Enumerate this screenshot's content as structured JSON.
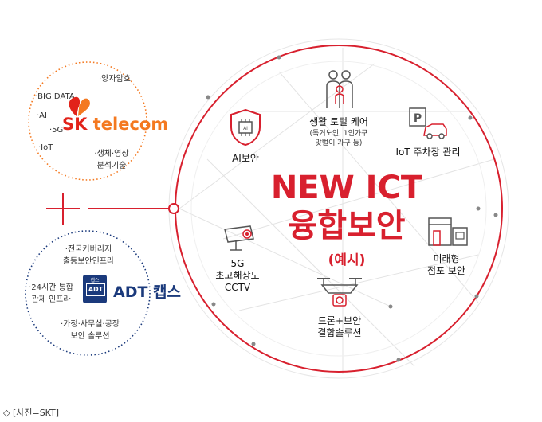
{
  "title": {
    "line1": "NEW ICT",
    "line2": "융합보안",
    "sub": "(예시)"
  },
  "sk": {
    "brand_sk": "SK",
    "brand_telecom": "telecom",
    "tags": [
      "·양자암호",
      "·BIG DATA",
      "·AI",
      "·5G",
      "·IoT",
      "·생체·영상",
      "분석기술"
    ]
  },
  "adt": {
    "brand": "ADT 캡스",
    "badge_top": "캡스",
    "badge_mid": "ADT",
    "tags": [
      "·전국커버리지",
      "출동보안인프라",
      "·24시간 통합",
      "관제 인프라",
      "·가정·사무실·공장",
      "보안 솔루션"
    ]
  },
  "hub": {
    "ai": "AI보안",
    "care_title": "생활 토털 케어",
    "care_sub1": "(독거노인, 1인가구",
    "care_sub2": "맞벌이 가구 등)",
    "parking": "IoT 주차장 관리",
    "cctv1": "5G",
    "cctv2": "초고해상도",
    "cctv3": "CCTV",
    "store1": "미래형",
    "store2": "점포 보안",
    "drone1": "드론+보안",
    "drone2": "결합솔루션",
    "chip_label": "AI"
  },
  "caption": "◇ [사진=SKT]",
  "colors": {
    "accent": "#d8202e",
    "orange": "#f47920",
    "navy": "#1b3a7c"
  }
}
